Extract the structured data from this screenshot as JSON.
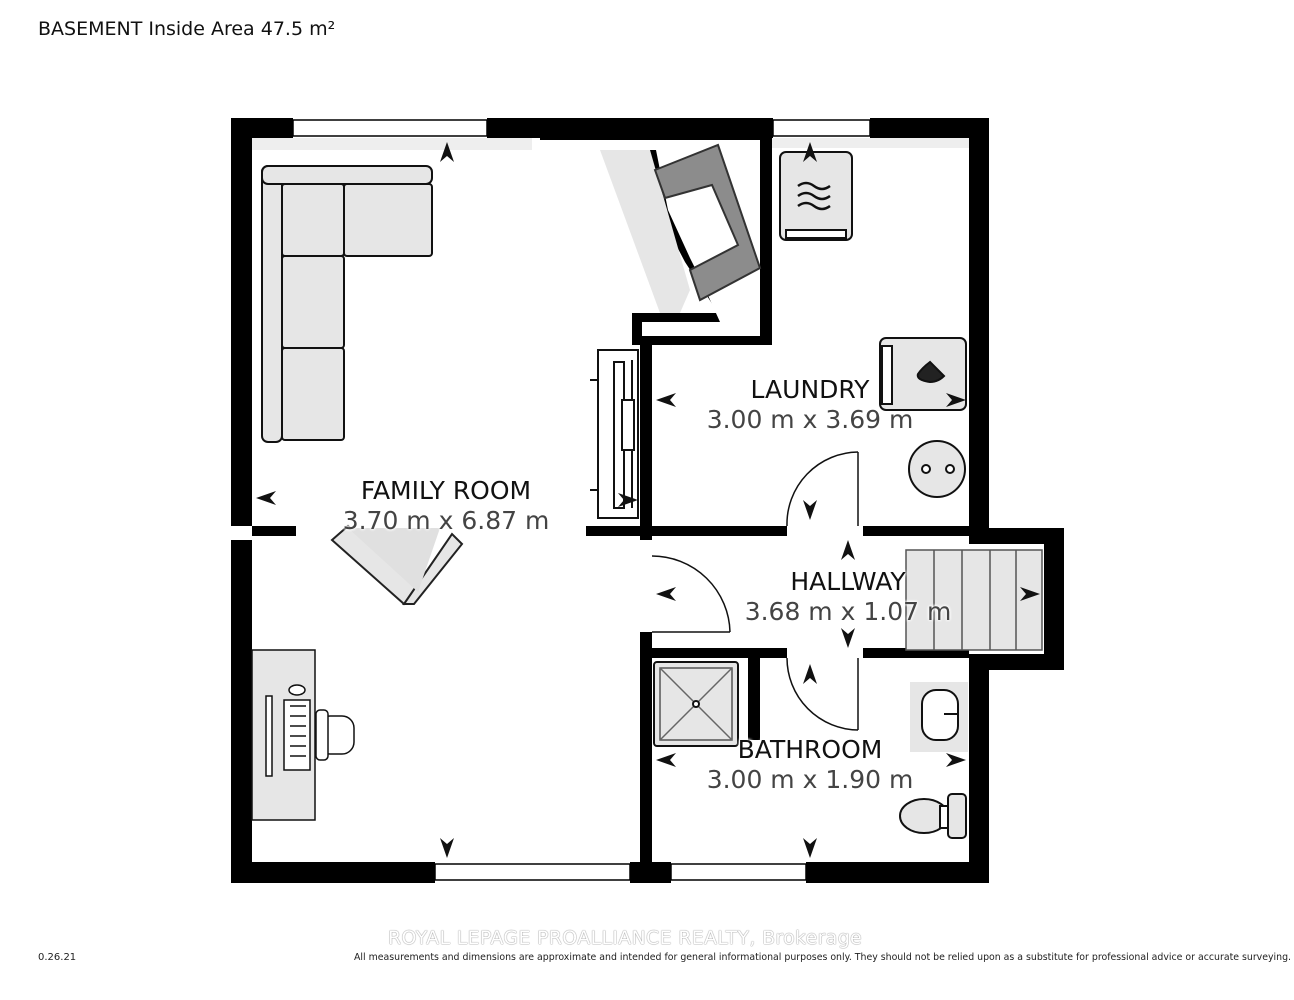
{
  "header": {
    "title": "BASEMENT Inside Area 47.5 m²"
  },
  "rooms": [
    {
      "name": "FAMILY ROOM",
      "dims": "3.70 m x 6.87 m"
    },
    {
      "name": "LAUNDRY",
      "dims": "3.00 m x 3.69 m"
    },
    {
      "name": "HALLWAY",
      "dims": "3.68 m x 1.07 m"
    },
    {
      "name": "BATHROOM",
      "dims": "3.00 m x 1.90 m"
    }
  ],
  "footer": {
    "version": "0.26.21",
    "disclaimer": "All measurements and dimensions are approximate and intended for general informational purposes only. They should not be relied upon as a substitute for professional advice or accurate surveying.",
    "watermark": "ROYAL LEPAGE PROALLIANCE REALTY, Brokerage"
  },
  "colors": {
    "wall": "#000000",
    "furniture_fill": "#e6e6e6",
    "fireplace": "#8c8c8c"
  }
}
